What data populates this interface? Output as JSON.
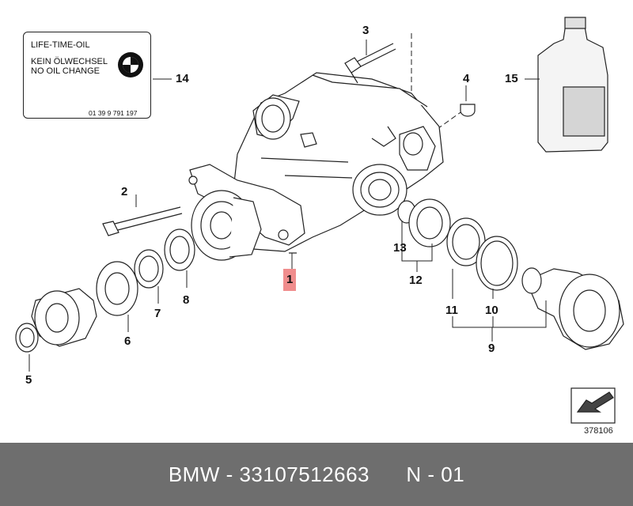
{
  "oil_label": {
    "line1": "LIFE-TIME-OIL",
    "line2": "KEIN ÖLWECHSEL",
    "line3": "NO OIL CHANGE",
    "part_number": "01 39 9 791 197"
  },
  "callouts": [
    "1",
    "2",
    "3",
    "4",
    "5",
    "6",
    "7",
    "8",
    "9",
    "10",
    "11",
    "12",
    "13",
    "14",
    "15"
  ],
  "highlighted_callout": "1",
  "diagram_number": "378106",
  "footer_text": "BMW - 33107512663      N - 01",
  "colors": {
    "highlight": "#f08d8d",
    "footer": "#6e6e6e"
  }
}
